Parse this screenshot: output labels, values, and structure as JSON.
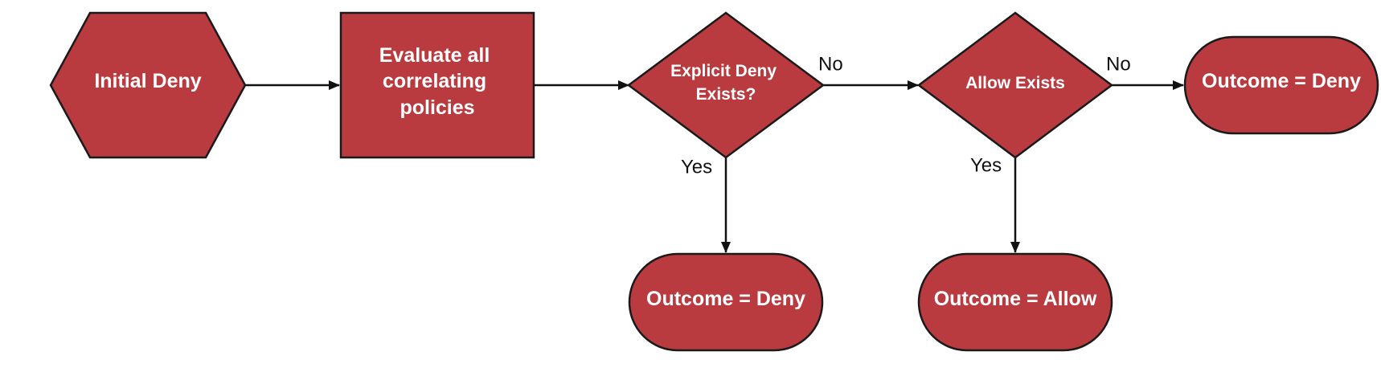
{
  "colors": {
    "node_fill": "#b93b40",
    "stroke": "#1a1a1a",
    "text": "#ffffff",
    "arrow": "#111111"
  },
  "nodes": {
    "initial_deny": {
      "shape": "hexagon",
      "lines": [
        "Initial Deny"
      ]
    },
    "evaluate": {
      "shape": "rectangle",
      "lines": [
        "Evaluate all",
        "correlating",
        "policies"
      ]
    },
    "explicit_deny": {
      "shape": "diamond",
      "lines": [
        "Explicit Deny",
        "Exists?"
      ]
    },
    "allow_exists": {
      "shape": "diamond",
      "lines": [
        "Allow Exists"
      ]
    },
    "outcome_deny_right": {
      "shape": "terminator",
      "lines": [
        "Outcome = Deny"
      ]
    },
    "outcome_deny_bottom": {
      "shape": "terminator",
      "lines": [
        "Outcome = Deny"
      ]
    },
    "outcome_allow": {
      "shape": "terminator",
      "lines": [
        "Outcome = Allow"
      ]
    }
  },
  "edges": [
    {
      "from": "initial_deny",
      "to": "evaluate",
      "label": ""
    },
    {
      "from": "evaluate",
      "to": "explicit_deny",
      "label": ""
    },
    {
      "from": "explicit_deny",
      "to": "allow_exists",
      "label": "No"
    },
    {
      "from": "explicit_deny",
      "to": "outcome_deny_bottom",
      "label": "Yes"
    },
    {
      "from": "allow_exists",
      "to": "outcome_deny_right",
      "label": "No"
    },
    {
      "from": "allow_exists",
      "to": "outcome_allow",
      "label": "Yes"
    }
  ]
}
